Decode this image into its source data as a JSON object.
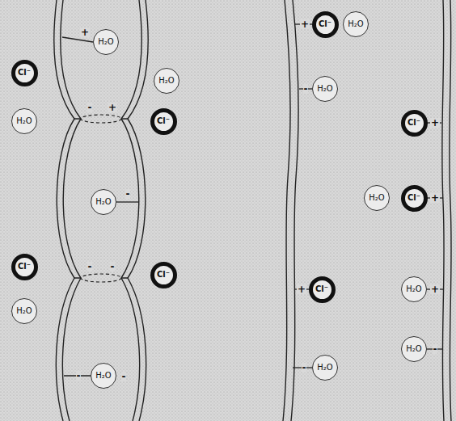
{
  "diagram": {
    "nodes": [
      {
        "text": [
          "H₂O"
        ]
      },
      {
        "text": [
          "Cl⁻"
        ]
      },
      {
        "text": [
          "H₂O"
        ]
      },
      {
        "text": [
          "Cl⁻"
        ]
      },
      {
        "text": [
          "H₂O"
        ]
      },
      {
        "text": [
          "H₂O"
        ]
      },
      {
        "text": [
          "H₂O"
        ]
      },
      {
        "text": [
          "Cl⁻"
        ]
      },
      {
        "text": [
          "Cl⁻"
        ]
      },
      {
        "text": [
          "H₂O"
        ]
      },
      {
        "text": [
          "H₂O"
        ]
      },
      {
        "text": [
          "Cl⁻"
        ]
      },
      {
        "text": [
          "Cl⁻"
        ]
      },
      {
        "text": [
          "Cl⁻"
        ]
      },
      {
        "text": [
          "Cl⁻"
        ]
      },
      {
        "text": [
          "H₂O"
        ]
      },
      {
        "text": [
          "H₂O"
        ]
      },
      {
        "text": [
          "H₂O"
        ]
      },
      {
        "text": [
          "H₂O"
        ]
      },
      {
        "text": [
          "H₂O"
        ]
      }
    ],
    "labels": [
      "+",
      "+",
      "-",
      "-",
      "+",
      "+",
      "-",
      "+",
      "-",
      "-",
      "+",
      "+",
      "-",
      "-",
      "-",
      "-"
    ]
  }
}
